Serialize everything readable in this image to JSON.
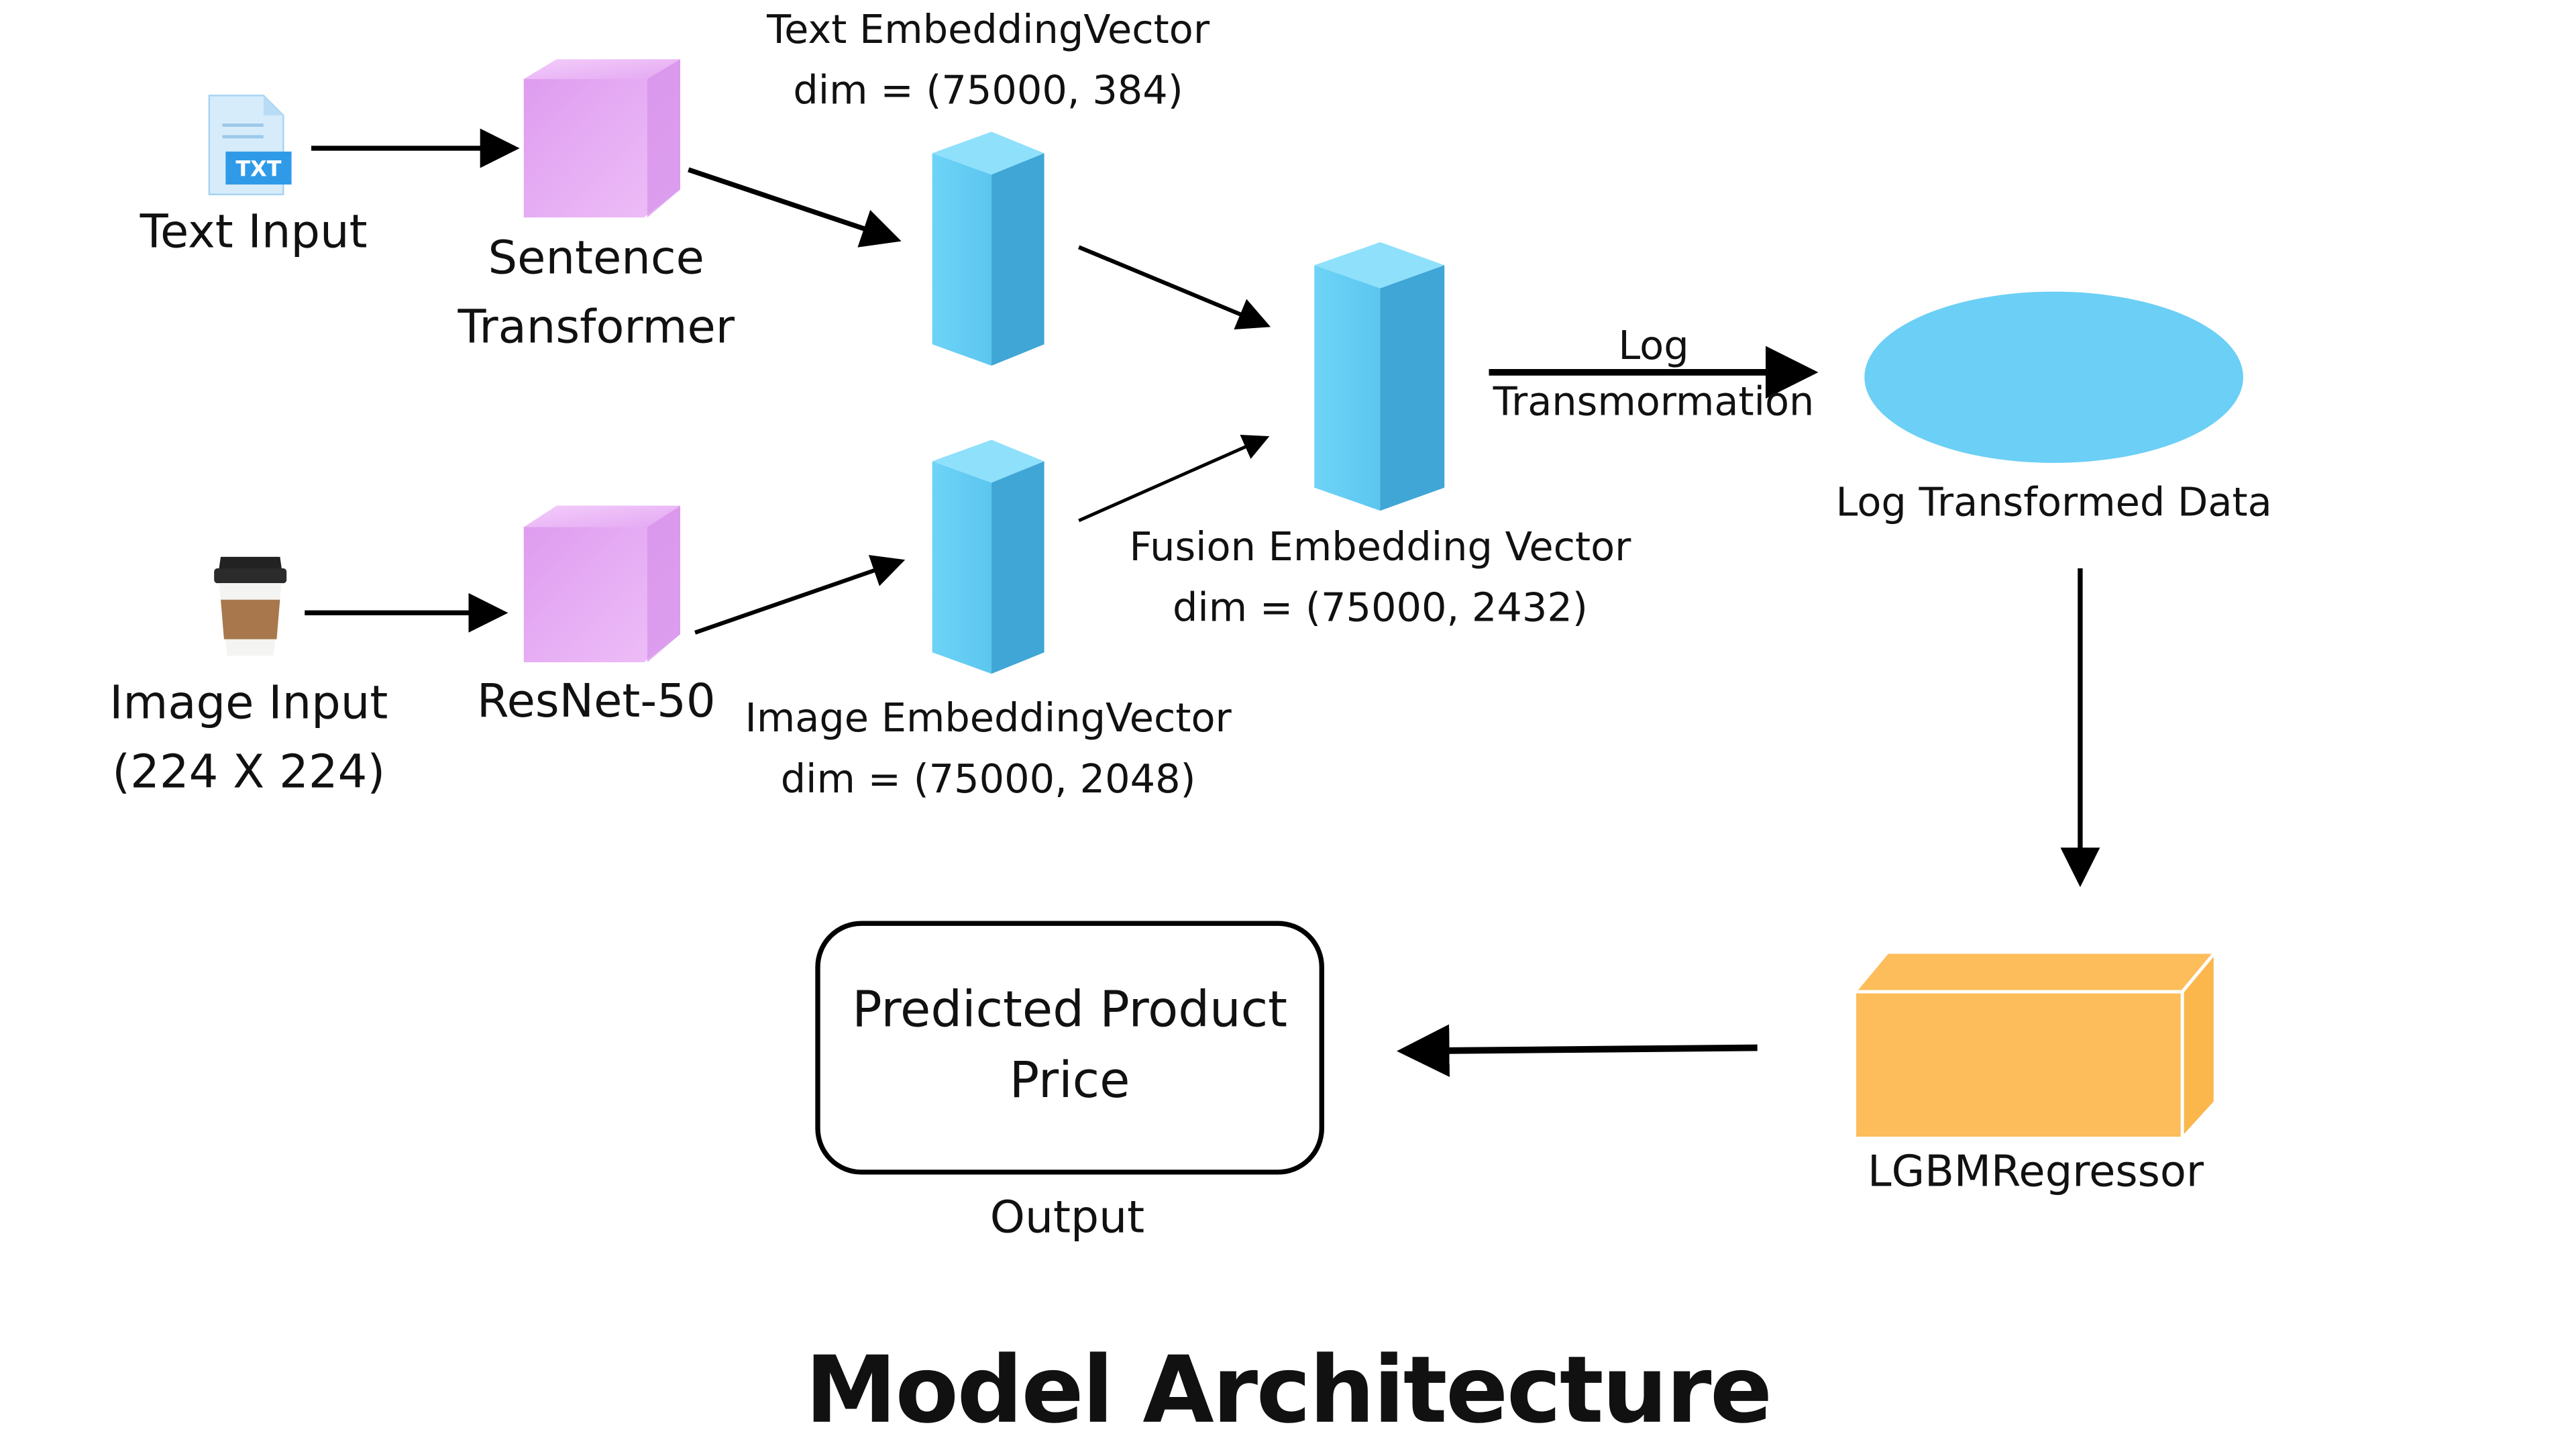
{
  "title": "Model Architecture",
  "text_input": {
    "icon": "txt-file-icon",
    "icon_label": "TXT",
    "label": "Text Input"
  },
  "image_input": {
    "icon": "coffee-cup-icon",
    "label_line1": "Image Input",
    "label_line2": "(224 X 224)"
  },
  "sentence_transformer": {
    "label_line1": "Sentence",
    "label_line2": "Transformer"
  },
  "resnet": {
    "label": "ResNet-50"
  },
  "text_embedding": {
    "label_line1": "Text EmbeddingVector",
    "label_line2": "dim = (75000, 384)"
  },
  "image_embedding": {
    "label_line1": "Image EmbeddingVector",
    "label_line2": "dim = (75000, 2048)"
  },
  "fusion_embedding": {
    "label_line1": "Fusion Embedding Vector",
    "label_line2": "dim = (75000, 2432)"
  },
  "log_step": {
    "label_line1": "Log",
    "label_line2": "Transmormation"
  },
  "log_data": {
    "label": "Log Transformed Data"
  },
  "regressor": {
    "label": "LGBMRegressor"
  },
  "output": {
    "box_line1": "Predicted Product",
    "box_line2": "Price",
    "label": "Output"
  },
  "colors": {
    "embedding_blue": "#6ccff5",
    "model_violet": "#e2a6f0",
    "regressor_orange": "#fdbd5a",
    "arrow": "#000000"
  }
}
